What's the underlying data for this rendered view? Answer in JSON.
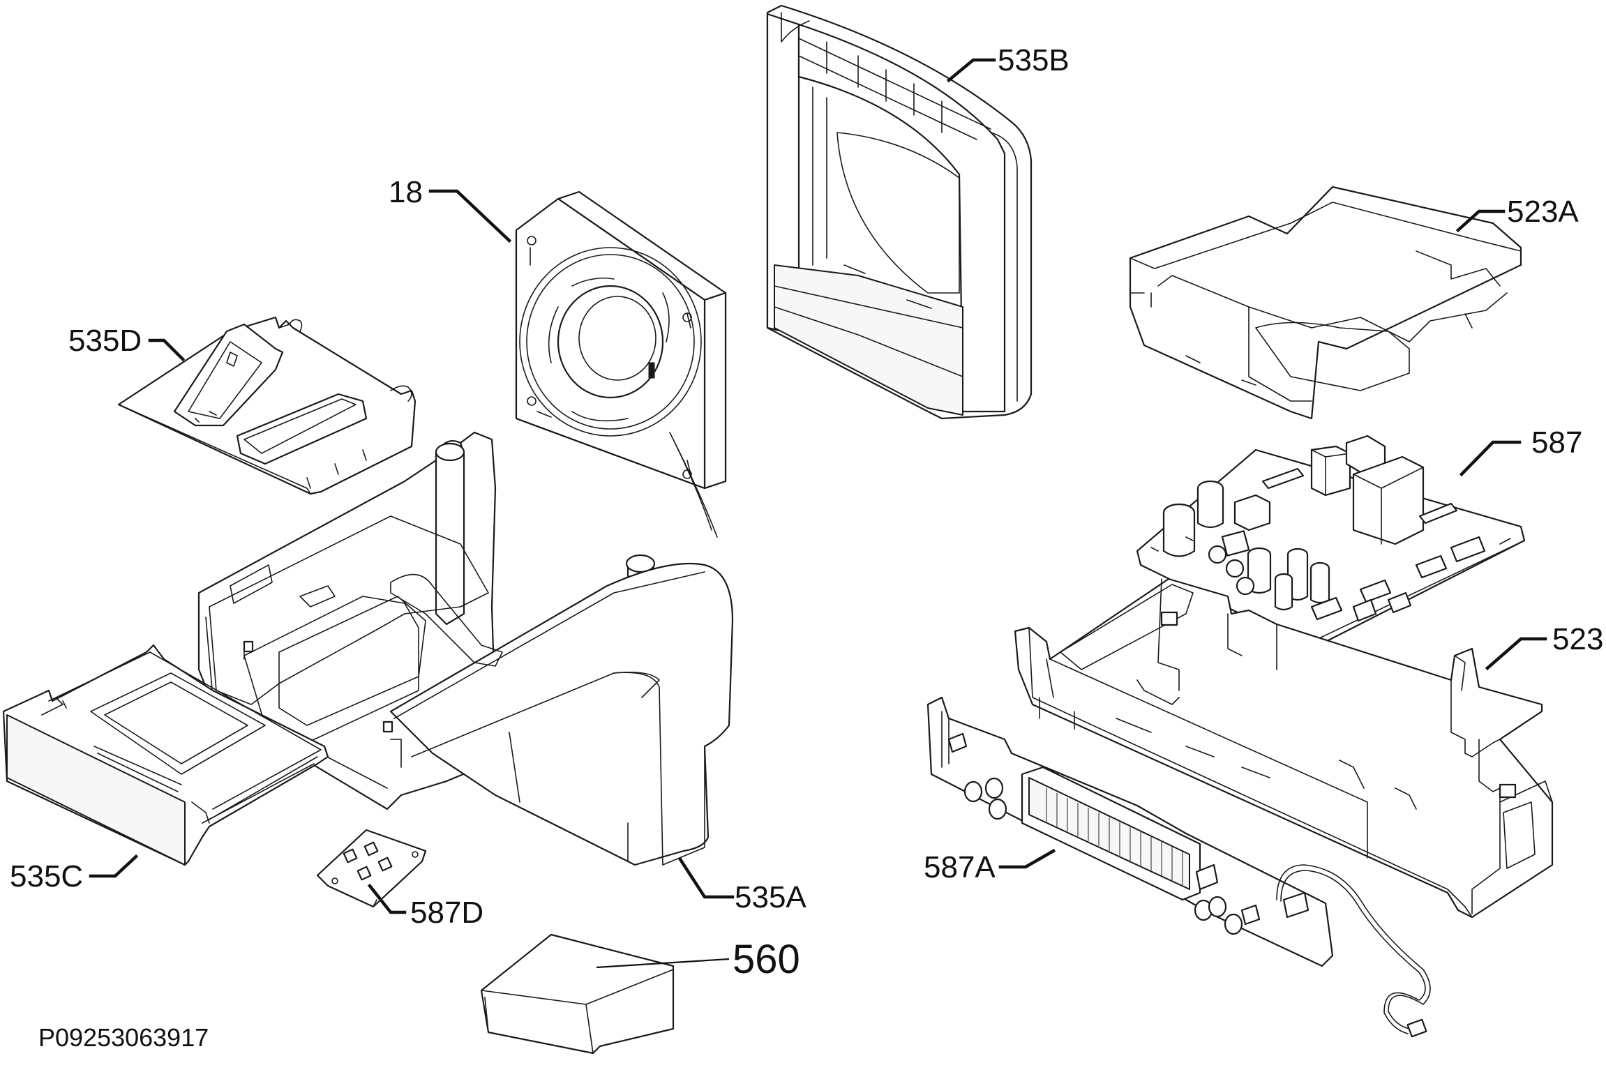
{
  "diagram": {
    "labels": {
      "p18": "18",
      "p535B": "535B",
      "p523A": "523A",
      "p535D": "535D",
      "p587": "587",
      "p523": "523",
      "p535C": "535C",
      "p587A": "587A",
      "p535A": "535A",
      "p587D": "587D",
      "p560": "560"
    },
    "drawing_code": "P09253063917"
  }
}
